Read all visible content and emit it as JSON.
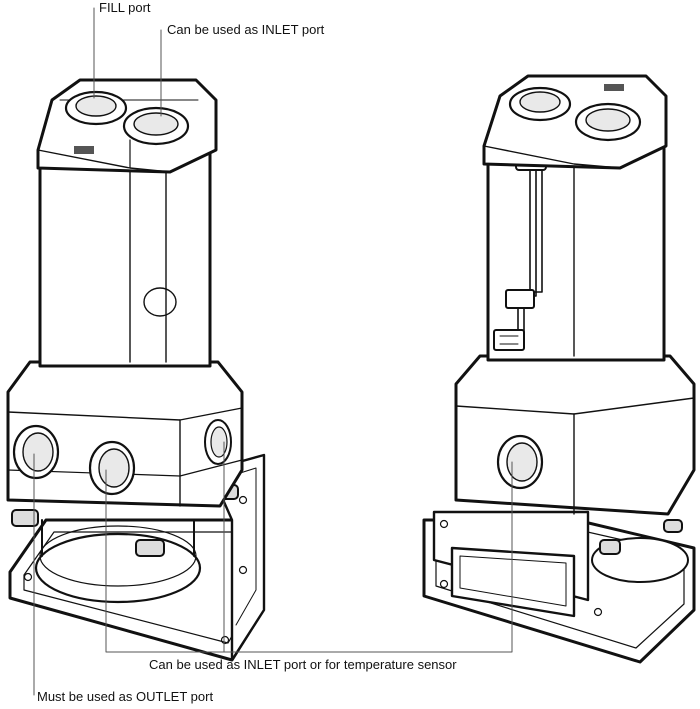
{
  "labels": {
    "fill_port": "FILL port",
    "inlet_port": "Can be used as INLET port",
    "inlet_or_temp": "Can be used as INLET port or for temperature sensor",
    "outlet_port": "Must be used as OUTLET port"
  },
  "colors": {
    "ink": "#111111",
    "body": "#ffffff",
    "shade": "#e9e9e9",
    "leader": "#555555"
  }
}
